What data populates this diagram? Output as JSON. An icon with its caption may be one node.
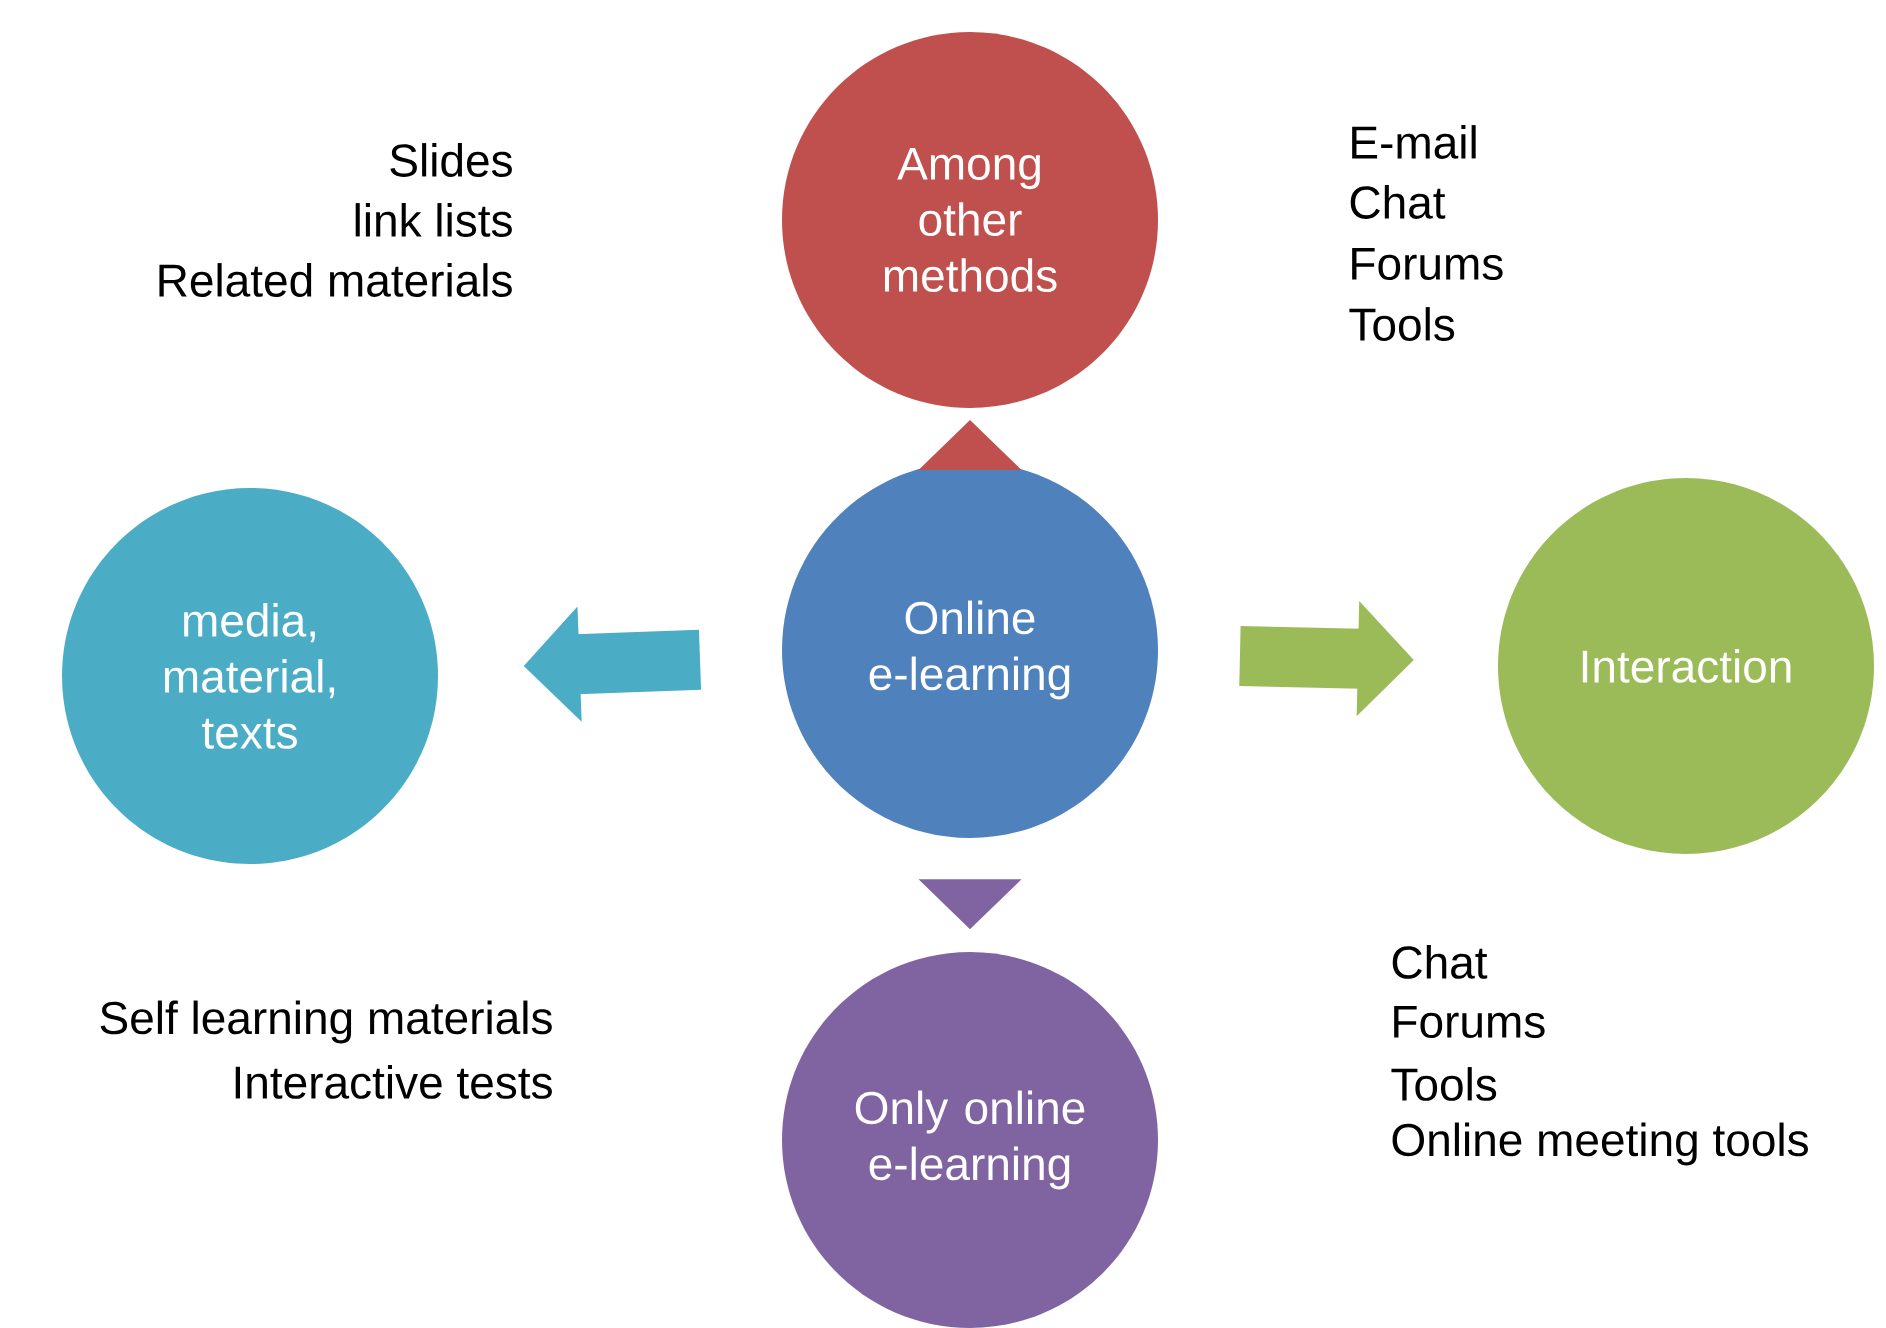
{
  "diagram": {
    "nodes": [
      {
        "text": [
          "Online e-learning"
        ]
      },
      {
        "text": [
          "Among other methods"
        ]
      },
      {
        "text": [
          "media, material, texts"
        ]
      },
      {
        "text": [
          "Interaction"
        ]
      },
      {
        "text": [
          "Only online e-learning"
        ]
      }
    ],
    "edges": [
      {
        "from": 0,
        "to": 1,
        "arrow": "to",
        "color": "#c0504d"
      },
      {
        "from": 0,
        "to": 2,
        "arrow": "to",
        "color": "#4bacc6"
      },
      {
        "from": 0,
        "to": 3,
        "arrow": "to",
        "color": "#9bbb59"
      },
      {
        "from": 0,
        "to": 4,
        "arrow": "to",
        "color": "#8064a2"
      }
    ],
    "labels": [
      "Slides",
      "link lists",
      "Related materials",
      "E-mail",
      "Chat",
      "Forums",
      "Tools",
      "Self learning materials",
      "Interactive tests",
      "Chat",
      "Forums",
      "Tools",
      "Online meeting tools"
    ]
  }
}
